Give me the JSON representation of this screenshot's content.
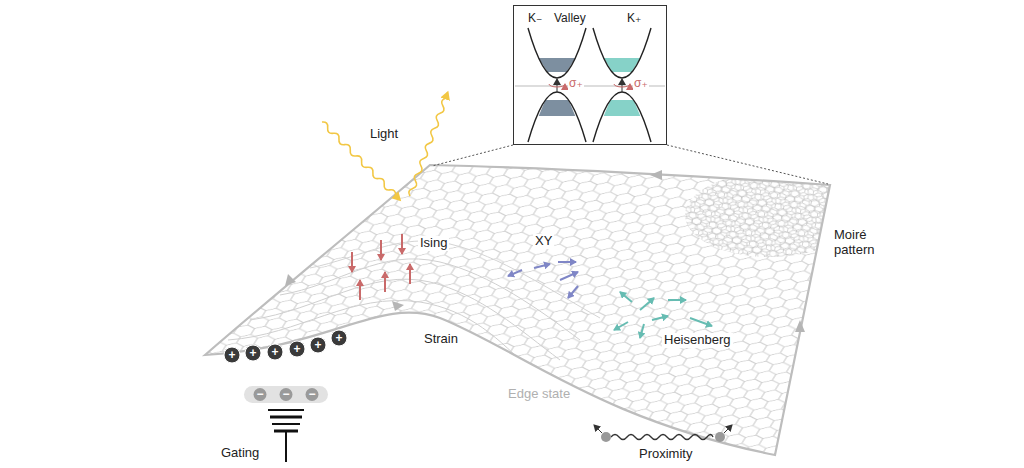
{
  "diagram": {
    "nodes": [
      {
        "text": [
          "K₋",
          "Valley",
          "K₊",
          "σ₊",
          "σ₊"
        ]
      }
    ],
    "labels": [
      "Light",
      "Ising",
      "XY",
      "Heisenberg",
      "Strain",
      "Edge state",
      "Moiré pattern",
      "Gating",
      "Proximity",
      "+",
      "+",
      "+",
      "+",
      "+",
      "+",
      "−",
      "−",
      "−"
    ]
  }
}
